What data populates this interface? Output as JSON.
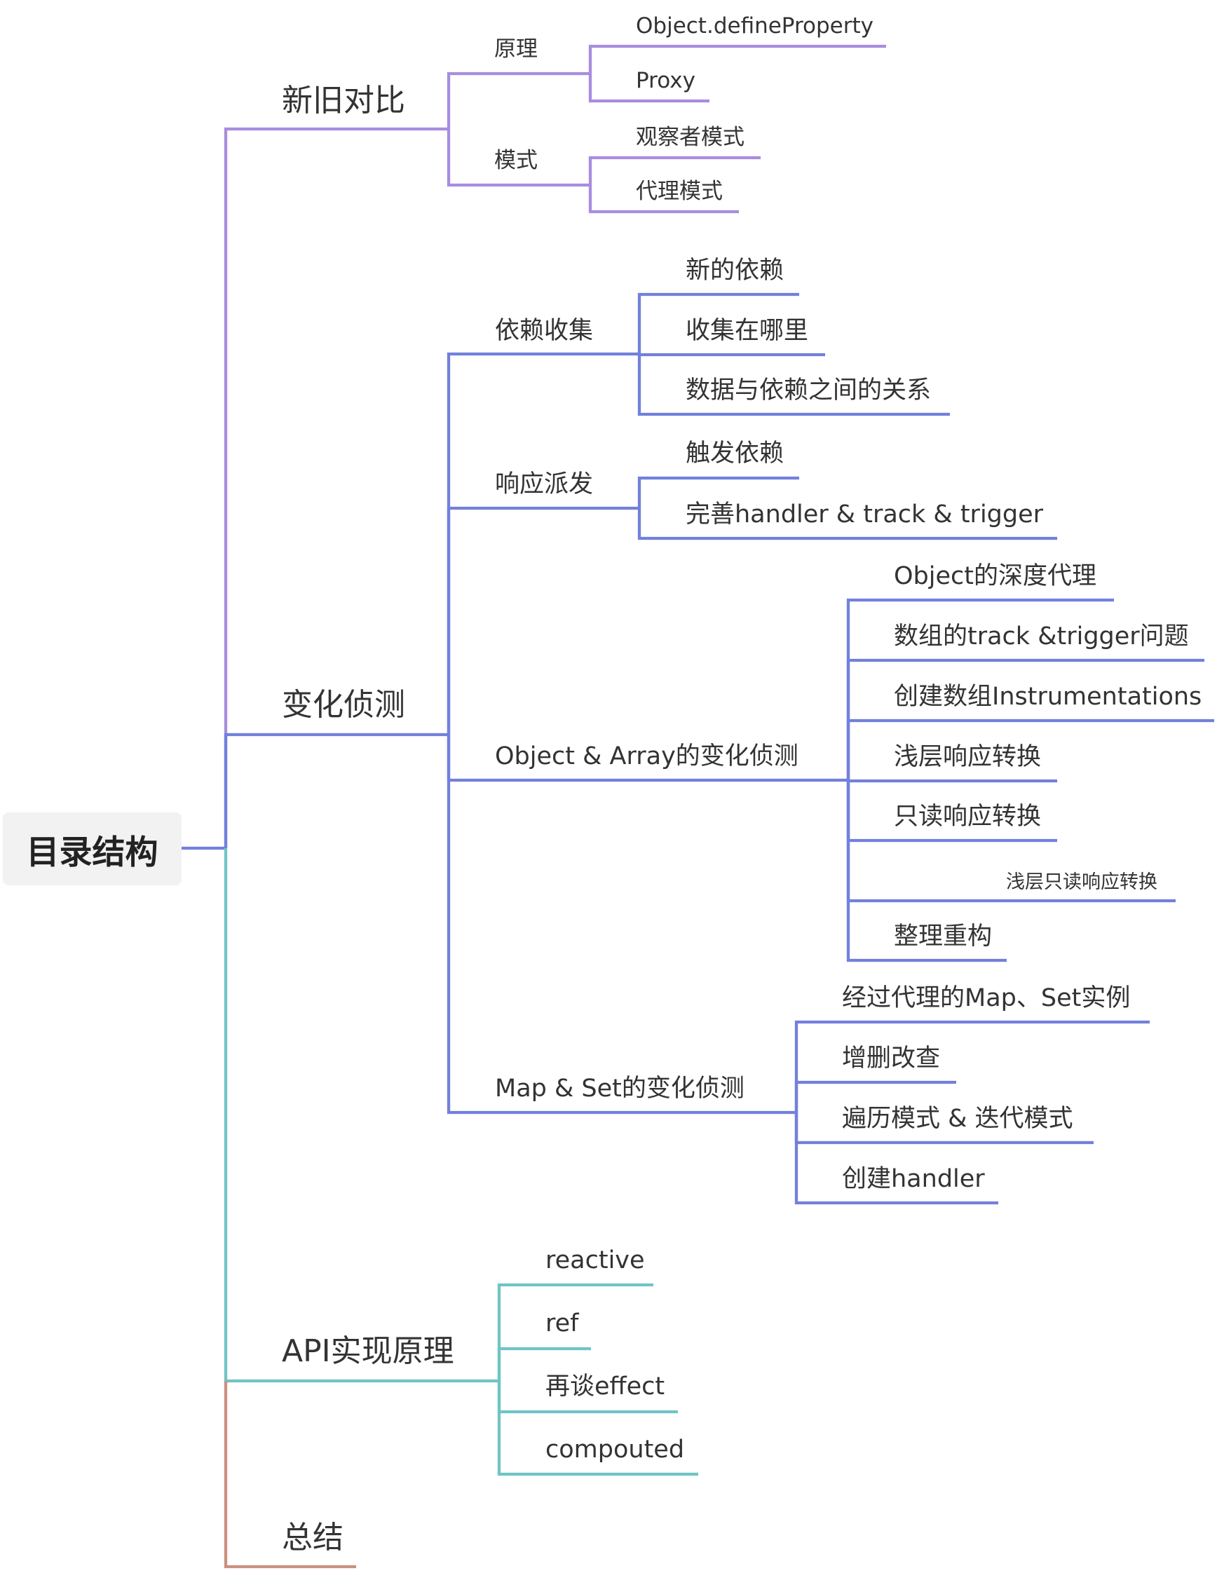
{
  "root": {
    "label": "目录结构"
  },
  "colors": {
    "purple": "#a88ddf",
    "blue": "#7280dc",
    "teal": "#70c4c6",
    "brown": "#cc8f80",
    "root_connector": "#7280dc"
  },
  "branches": {
    "compare": {
      "label": "新旧对比",
      "principle": {
        "label": "原理",
        "items": [
          "Object.defineProperty",
          "Proxy"
        ]
      },
      "pattern": {
        "label": "模式",
        "items": [
          "观察者模式",
          "代理模式"
        ]
      }
    },
    "detect": {
      "label": "变化侦测",
      "collect": {
        "label": "依赖收集",
        "items": [
          "新的依赖",
          "收集在哪里",
          "数据与依赖之间的关系"
        ]
      },
      "dispatch": {
        "label": "响应派发",
        "items": [
          "触发依赖",
          "完善handler & track & trigger"
        ]
      },
      "objarr": {
        "label": "Object & Array的变化侦测",
        "items": [
          "Object的深度代理",
          "数组的track &trigger问题",
          "创建数组Instrumentations",
          "浅层响应转换",
          "只读响应转换",
          "浅层只读响应转换",
          "整理重构"
        ]
      },
      "mapset": {
        "label": "Map & Set的变化侦测",
        "items": [
          "经过代理的Map、Set实例",
          "增删改查",
          "遍历模式 & 迭代模式",
          "创建handler"
        ]
      }
    },
    "api": {
      "label": "API实现原理",
      "items": [
        "reactive",
        "ref",
        "再谈effect",
        "compouted"
      ]
    },
    "summary": {
      "label": "总结"
    }
  }
}
